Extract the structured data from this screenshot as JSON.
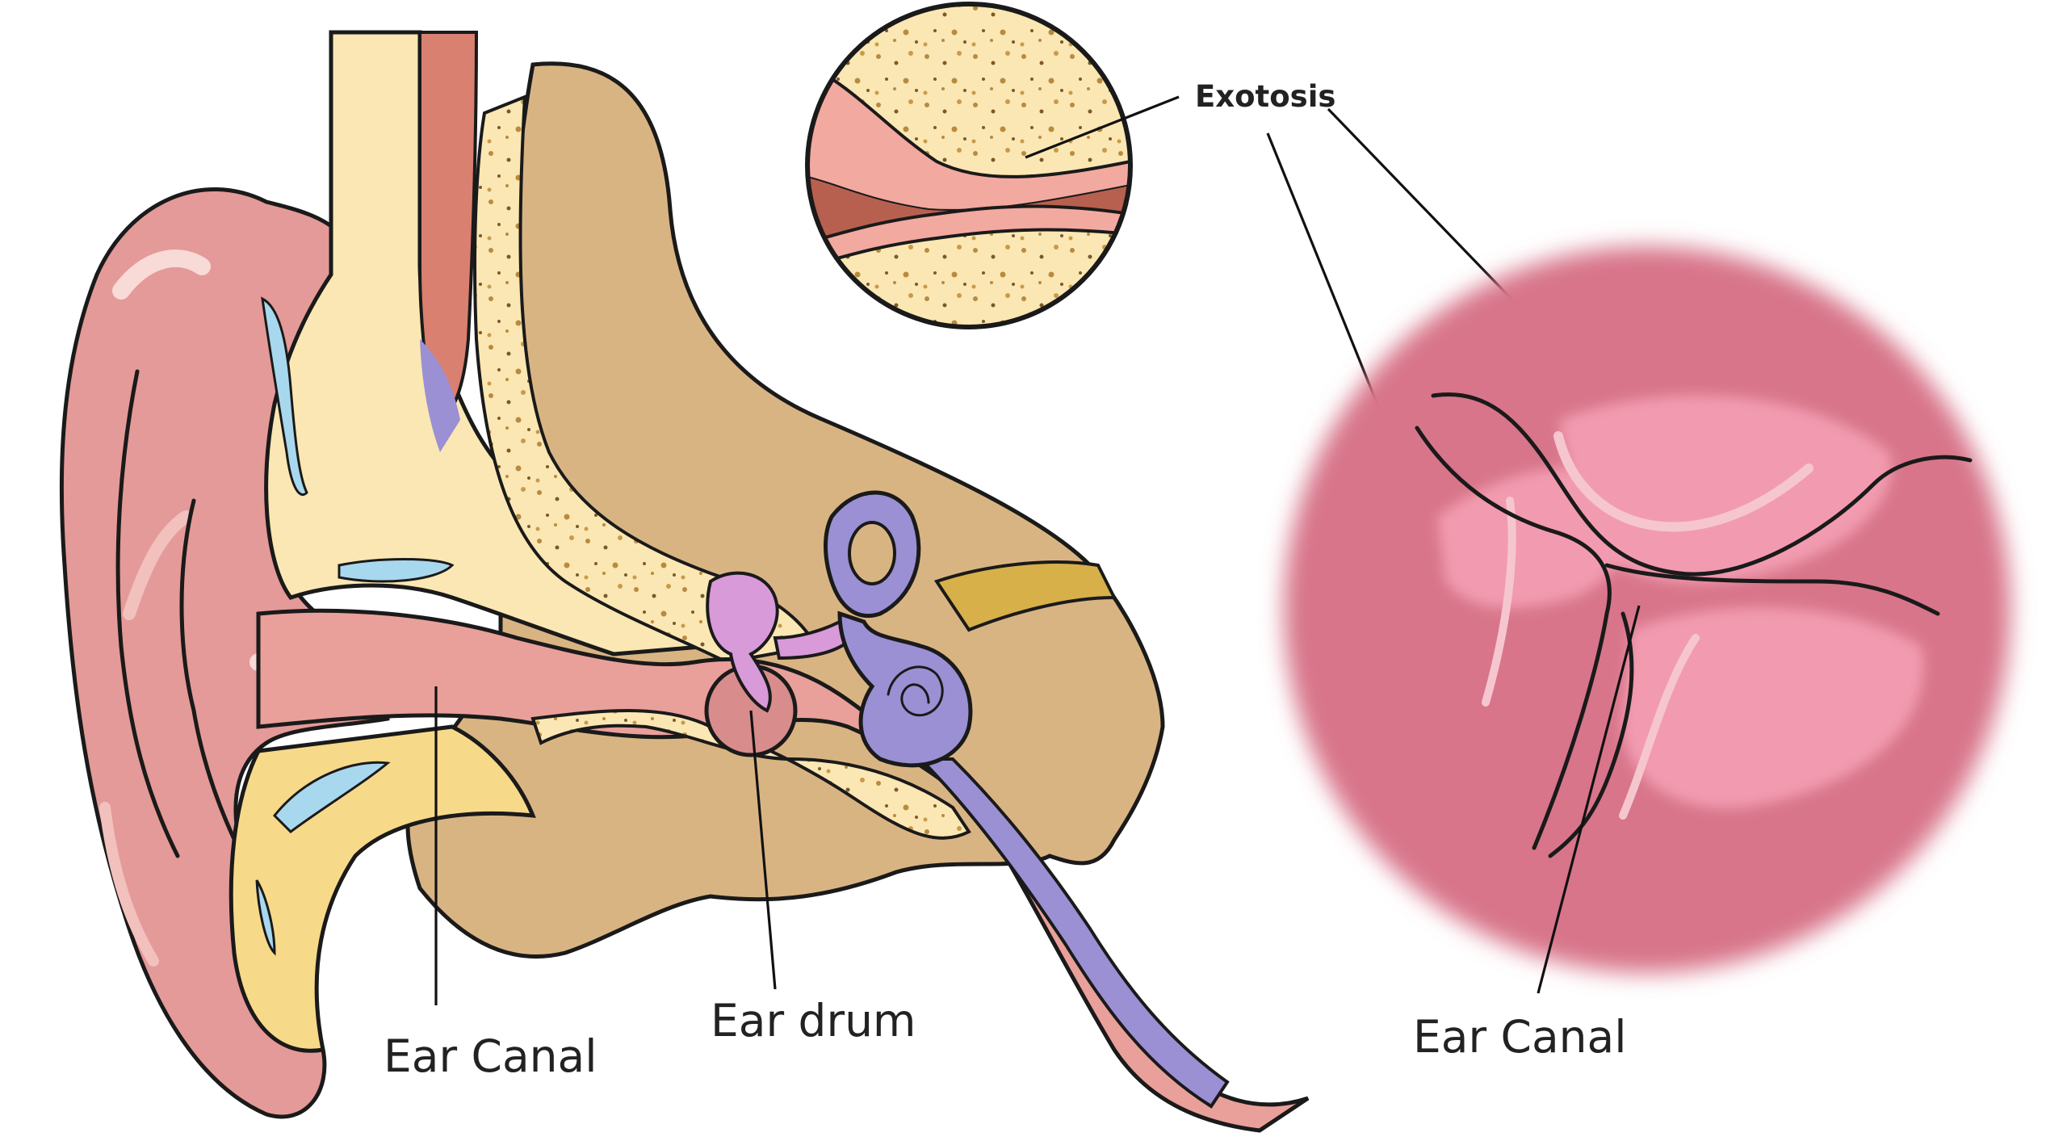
{
  "labels": {
    "exotosis": "Exotosis",
    "ear_canal_left": "Ear Canal",
    "ear_drum": "Ear drum",
    "ear_canal_right": "Ear Canal"
  },
  "colors": {
    "skin": "#e49a98",
    "skin_dark": "#cf7c7e",
    "skin_light": "#f2c0bd",
    "cartilage": "#fbe7b3",
    "bone_tan": "#d9b483",
    "bone_dots": "#b98a3e",
    "nerve_purple": "#9b90d4",
    "ear_drum": "#d98c8c",
    "water_blue": "#a8d8ee",
    "canal_pink": "#d8758a",
    "canal_highlight": "#f29bb0",
    "muscle_red": "#b86050"
  }
}
